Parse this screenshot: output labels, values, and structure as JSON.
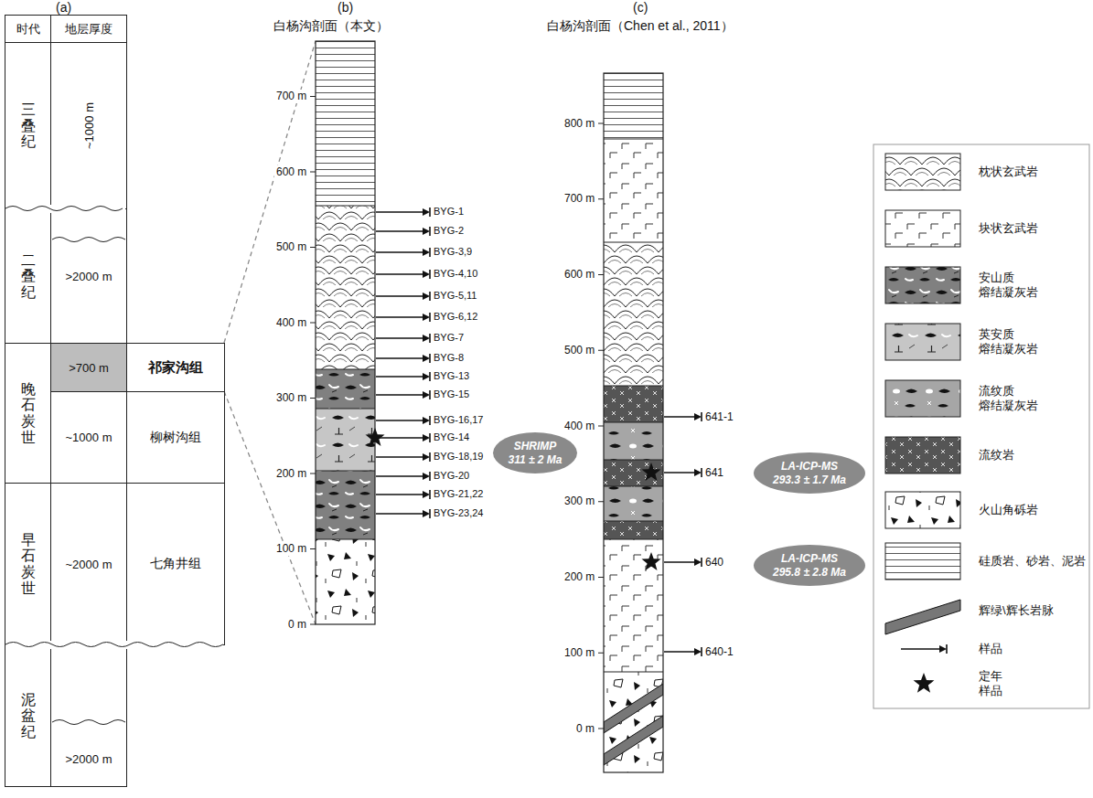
{
  "diagram": {
    "nodes": [
      {
        "text": [
          "时代"
        ]
      },
      {
        "text": [
          "地层厚度"
        ]
      },
      {
        "text": [
          "三叠纪"
        ]
      },
      {
        "text": [
          "~1000 m"
        ]
      },
      {
        "text": [
          "二叠纪"
        ]
      },
      {
        "text": [
          ">2000 m"
        ]
      },
      {
        "text": [
          "晚石炭世"
        ]
      },
      {
        "text": [
          ">700 m"
        ]
      },
      {
        "text": [
          "祁家沟组"
        ]
      },
      {
        "text": [
          "~1000 m"
        ]
      },
      {
        "text": [
          "柳树沟组"
        ]
      },
      {
        "text": [
          "早石炭世"
        ]
      },
      {
        "text": [
          "~2000 m"
        ]
      },
      {
        "text": [
          "七角井组"
        ]
      },
      {
        "text": [
          "泥盆纪"
        ]
      },
      {
        "text": [
          ">2000 m"
        ]
      },
      {
        "text": [
          "SHRIMP",
          "311 ± 2 Ma"
        ]
      },
      {
        "text": [
          "LA-ICP-MS",
          "293.3 ± 1.7 Ma"
        ]
      },
      {
        "text": [
          "LA-ICP-MS",
          "295.8 ± 2.8 Ma"
        ]
      }
    ],
    "labels": [
      "(a)",
      "(b)",
      "(c)",
      "白杨沟剖面（本文）",
      "白杨沟剖面（Chen et al., 2011）",
      "700 m",
      "600 m",
      "500 m",
      "400 m",
      "300 m",
      "200 m",
      "100 m",
      "0 m",
      "BYG-1",
      "BYG-2",
      "BYG-3,9",
      "BYG-4,10",
      "BYG-5,11",
      "BYG-6,12",
      "BYG-7",
      "BYG-8",
      "BYG-13",
      "BYG-15",
      "BYG-16,17",
      "BYG-14",
      "BYG-18,19",
      "BYG-20",
      "BYG-21,22",
      "BYG-23,24",
      "800 m",
      "700 m",
      "600 m",
      "500 m",
      "400 m",
      "300 m",
      "200 m",
      "100 m",
      "0 m",
      "641-1",
      "641",
      "640",
      "640-1"
    ],
    "legend": [
      {
        "text": "枕状玄武岩"
      },
      {
        "text": "块状玄武岩"
      },
      {
        "text": "安山质 熔结凝灰岩"
      },
      {
        "text": "英安质 熔结凝灰岩"
      },
      {
        "text": "流纹质 熔结凝灰岩"
      },
      {
        "text": "流纹岩"
      },
      {
        "text": "火山角砾岩"
      },
      {
        "text": "硅质岩、砂岩、泥岩"
      },
      {
        "text": "辉绿\\辉长岩脉"
      },
      {
        "text": "样品"
      },
      {
        "text": "定年 样品"
      }
    ]
  }
}
